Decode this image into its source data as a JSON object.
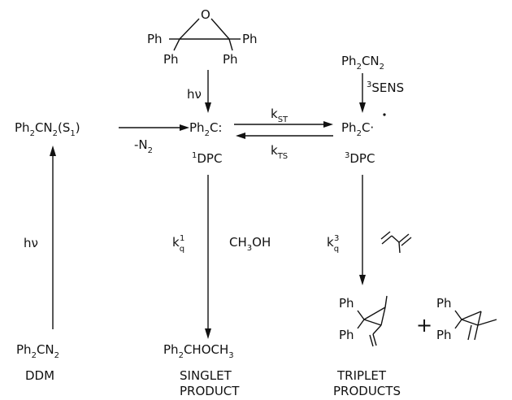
{
  "epoxide": {
    "ph_tl": "Ph",
    "ph_tr": "Ph",
    "ph_bl": "Ph",
    "ph_br": "Ph",
    "oxygen": "O"
  },
  "hv_top": "hν",
  "ddm_excited": {
    "text": "Ph2CN2(S",
    "sub1": "1",
    "close": ")"
  },
  "minus_n2": {
    "text": "-N",
    "sub": "2"
  },
  "singlet_carbene": "Ph2C:",
  "singlet_label": {
    "sup": "1",
    "text": "DPC"
  },
  "k_st": {
    "k": "k",
    "sub": "ST"
  },
  "k_ts": {
    "k": "k",
    "sub": "TS"
  },
  "triplet_carbene": "Ph2C·",
  "triplet_label": {
    "sup": "3",
    "text": "DPC"
  },
  "ph2cn2_top": {
    "text": "Ph",
    "sub": "2",
    "rest": "CN",
    "sub2": "2"
  },
  "sens": {
    "sup": "3",
    "text": "SENS"
  },
  "hv_left": "hν",
  "ddm_ground": {
    "text": "Ph",
    "sub": "2",
    "rest": "CN",
    "sub2": "2"
  },
  "kq1": {
    "k": "k",
    "sub": "q",
    "sup": "1"
  },
  "methanol": {
    "text": "CH",
    "sub": "3",
    "rest": "OH"
  },
  "ether_product": {
    "text": "Ph",
    "sub": "2",
    "rest": "CHOCH",
    "sub2": "3"
  },
  "kq3": {
    "k": "k",
    "sub": "q",
    "sup": "3"
  },
  "plus": "+",
  "cp1": {
    "ph1": "Ph",
    "ph2": "Ph"
  },
  "cp2": {
    "ph1": "Ph",
    "ph2": "Ph"
  },
  "labels": {
    "ddm": "DDM",
    "singlet_1": "SINGLET",
    "singlet_2": "PRODUCT",
    "triplet_1": "TRIPLET",
    "triplet_2": "PRODUCTS"
  }
}
